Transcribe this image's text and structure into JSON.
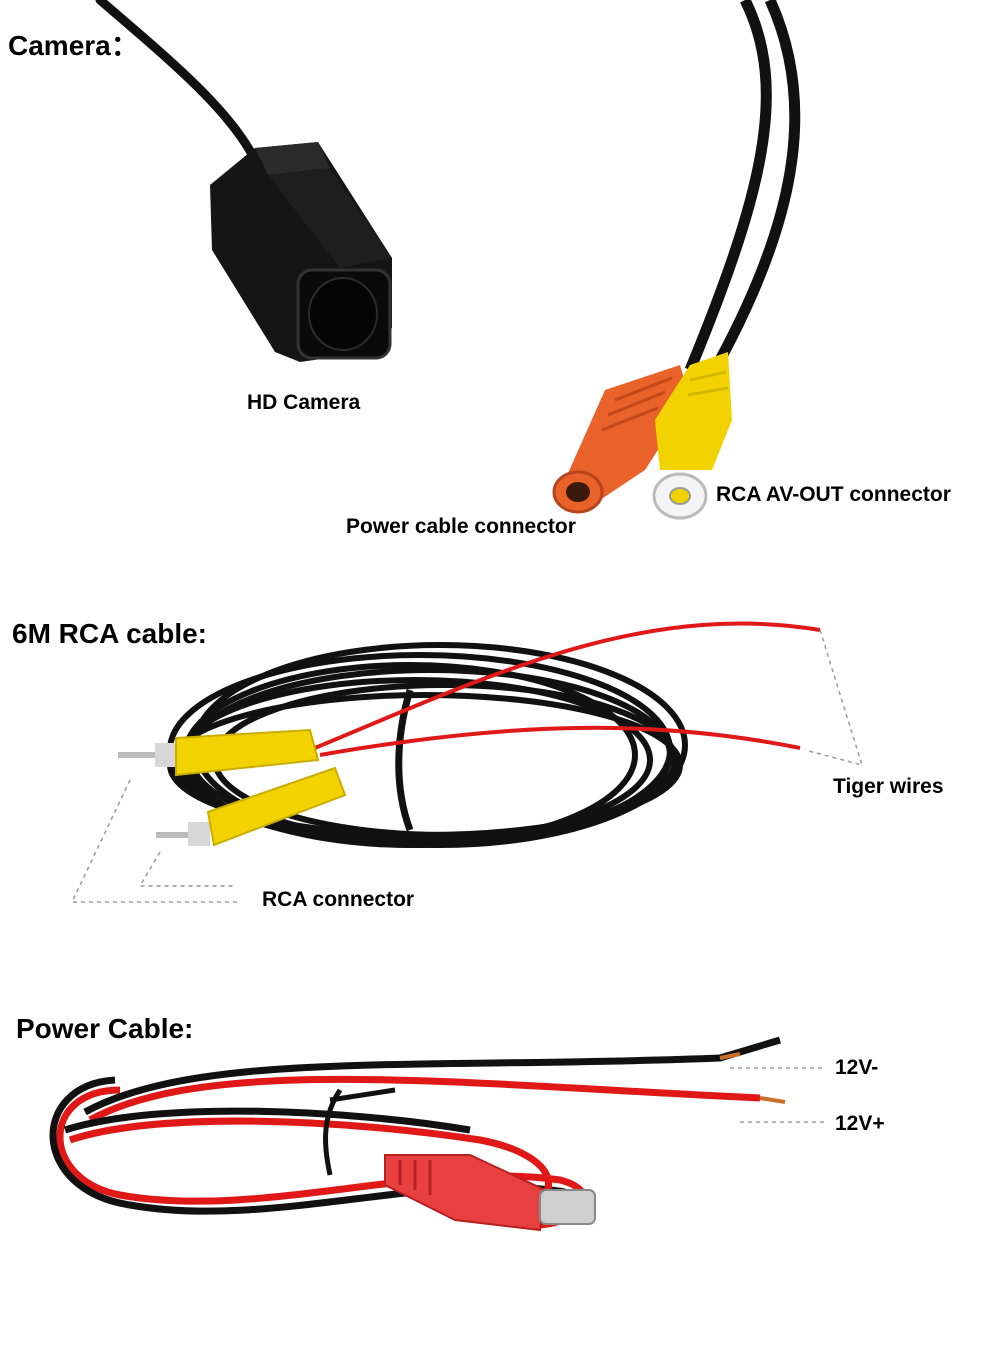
{
  "sections": {
    "camera": {
      "heading": "Camera：",
      "labels": {
        "hd_camera": "HD Camera",
        "power_connector": "Power cable connector",
        "rca_av_out": "RCA AV-OUT connector"
      }
    },
    "rca_cable": {
      "heading": "6M RCA cable:",
      "labels": {
        "tiger_wires": "Tiger wires",
        "rca_connector": "RCA connector"
      }
    },
    "power_cable": {
      "heading": "Power Cable:",
      "labels": {
        "negative": "12V-",
        "positive": "12V+"
      }
    }
  },
  "colors": {
    "cable_black": "#111111",
    "connector_orange": "#e8622a",
    "connector_yellow": "#f2d300",
    "wire_red": "#e01818",
    "leader_line": "#9a9a9a"
  }
}
